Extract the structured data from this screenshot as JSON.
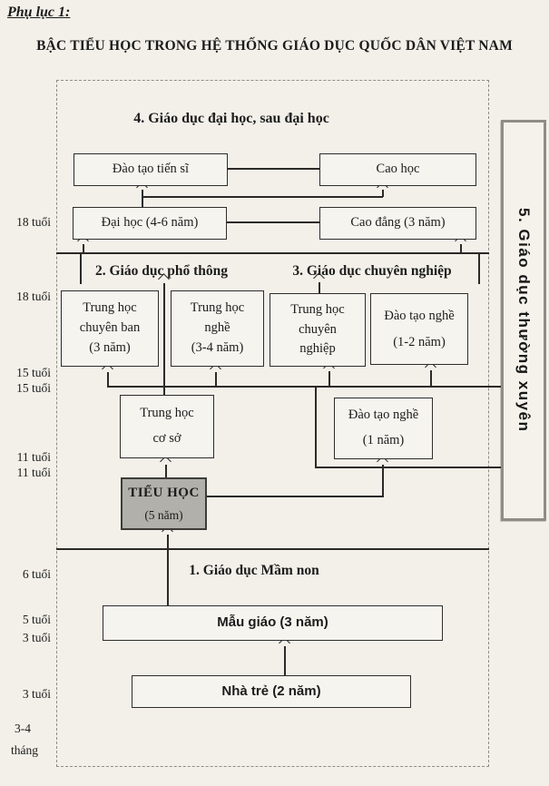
{
  "header": {
    "appendix_label": "Phụ lục 1:",
    "title": "BẬC TIỂU HỌC TRONG HỆ THỐNG GIÁO DỤC QUỐC DÂN VIỆT NAM"
  },
  "sections": {
    "s1_label": "1. Giáo dục Mầm non",
    "s2_label": "2. Giáo dục phổ thông",
    "s3_label": "3. Giáo dục chuyên nghiệp",
    "s4_label": "4. Giáo dục đại học, sau đại học",
    "s5_label": "5. Giáo dục thường xuyên"
  },
  "boxes": {
    "dao_tao_tien_si": [
      "Đào tạo tiến sĩ"
    ],
    "cao_hoc": [
      "Cao học"
    ],
    "dai_hoc": [
      "Đại học (4-6 năm)"
    ],
    "cao_dang": [
      "Cao đẳng (3 năm)"
    ],
    "th_chuyen_ban": [
      "Trung học",
      "chuyên ban",
      "(3 năm)"
    ],
    "th_nghe": [
      "Trung học",
      "nghề",
      "(3-4 năm)"
    ],
    "th_chuyen_nghiep": [
      "Trung học",
      "chuyên",
      "nghiệp"
    ],
    "dao_tao_nghe_12": [
      "Đào tạo nghề",
      "(1-2 năm)"
    ],
    "th_co_so": [
      "Trung học",
      "cơ sở"
    ],
    "dao_tao_nghe_1": [
      "Đào tạo nghề",
      "(1 năm)"
    ],
    "tieu_hoc": [
      "TIỂU HỌC",
      "(5 năm)"
    ],
    "mau_giao": [
      "Mẫu giáo (3 năm)"
    ],
    "nha_tre": [
      "Nhà trẻ (2 năm)"
    ]
  },
  "age_labels": [
    "18 tuổi",
    "18 tuổi",
    "15 tuổi",
    "15 tuổi",
    "11 tuổi",
    "11 tuổi",
    "6 tuổi",
    "5 tuổi",
    "3 tuổi",
    "3 tuổi",
    "3-4",
    "tháng"
  ],
  "colors": {
    "paper": "#f2f0e9",
    "ink": "#1c1c1c",
    "line": "#2b2a28",
    "tieu_hoc_fill": "#b2b0aa",
    "side_box_border": "#8f8e86"
  }
}
